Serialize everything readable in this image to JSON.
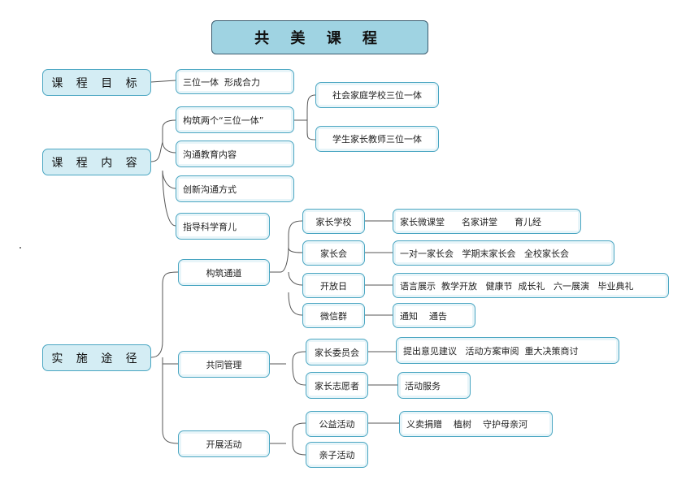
{
  "title": "共 美 课 程",
  "categories": {
    "goal": "课 程 目 标",
    "content": "课 程 内 容",
    "implementation": "实 施 途 径"
  },
  "goal": {
    "item": "三位一体  形成合力"
  },
  "content": {
    "items": [
      "构筑两个“三位一体”",
      "沟通教育内容",
      "创新沟通方式",
      "指导科学育儿"
    ],
    "sub": [
      "社会家庭学校三位一体",
      "学生家长教师三位一体"
    ]
  },
  "implementation": {
    "channels": {
      "label": "构筑通道",
      "items": [
        {
          "label": "家长学校",
          "detail": "家长微课堂      名家讲堂      育儿经"
        },
        {
          "label": "家长会",
          "detail": "一对一家长会   学期末家长会   全校家长会"
        },
        {
          "label": "开放日",
          "detail": "语言展示  教学开放   健康节  成长礼   六一展演   毕业典礼"
        },
        {
          "label": "微信群",
          "detail": "通知    通告"
        }
      ]
    },
    "management": {
      "label": "共同管理",
      "items": [
        {
          "label": "家长委员会",
          "detail": "提出意见建议   活动方案审阅  重大决策商讨"
        },
        {
          "label": "家长志愿者",
          "detail": "活动服务"
        }
      ]
    },
    "activities": {
      "label": "开展活动",
      "items": [
        {
          "label": "公益活动",
          "detail": "义卖捐赠    植树    守护母亲河"
        },
        {
          "label": "亲子活动"
        }
      ]
    }
  }
}
